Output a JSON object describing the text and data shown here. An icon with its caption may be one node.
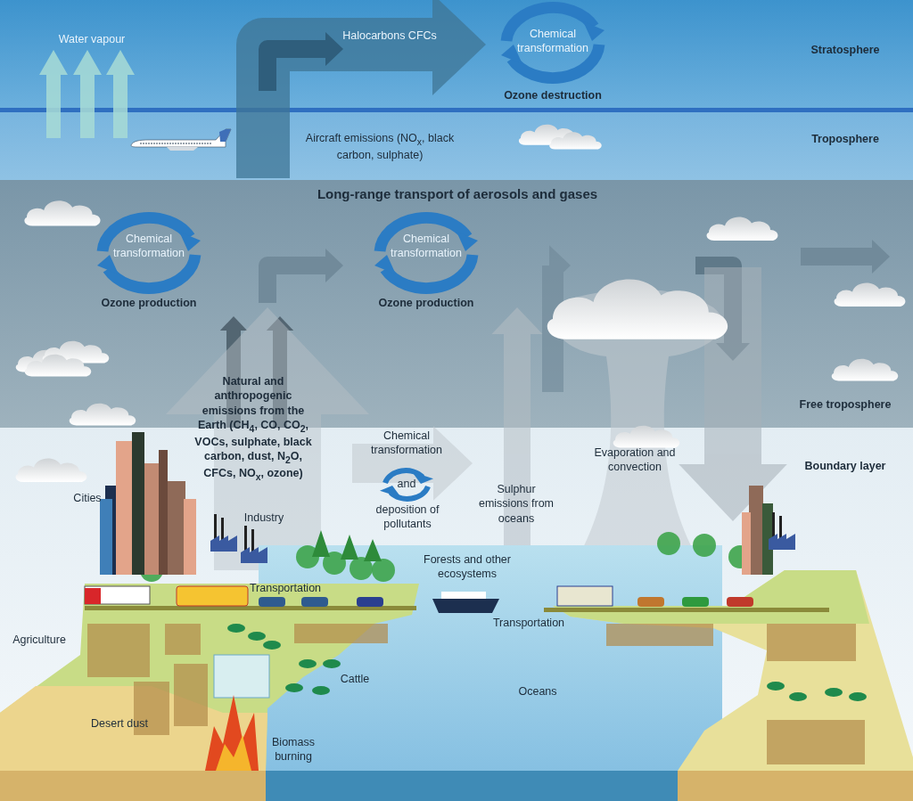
{
  "diagram": {
    "labels": [
      "Water vapour",
      "Halocarbons CFCs",
      "Chemical transformation",
      "Ozone destruction",
      "Stratosphere",
      "Aircraft emissions (NO$_{x}$, black carbon, sulphate)",
      "Troposphere",
      "Long-range transport of aerosols and gases",
      "Chemical transformation",
      "Ozone production",
      "Chemical transformation",
      "Ozone production",
      "Natural and anthropogenic emissions from the Earth (CH$_{4}$, CO, CO$_{2}$, VOCs, sulphate, black carbon, dust, N$_{2}$O, CFCs, NO$_{x}$, ozone)",
      "Chemical transformation",
      "and",
      "deposition of pollutants",
      "Sulphur emissions from oceans",
      "Evaporation and convection",
      "Free troposphere",
      "Boundary layer",
      "Cities",
      "Industry",
      "Forests and other ecosystems",
      "Transportation",
      "Transportation",
      "Agriculture",
      "Cattle",
      "Oceans",
      "Desert dust",
      "Biomass burning"
    ]
  }
}
